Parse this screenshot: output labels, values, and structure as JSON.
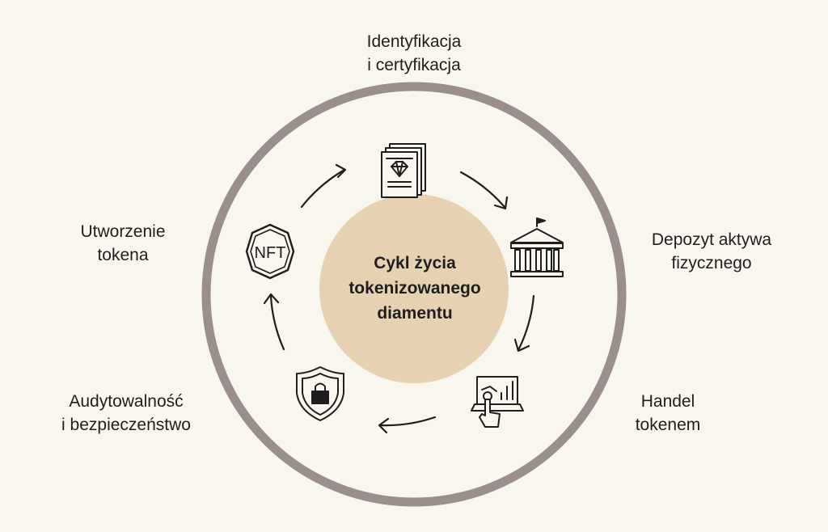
{
  "title": [
    "Cykl życia",
    "tokenizowanego",
    "diamentu"
  ],
  "stages": [
    {
      "id": "identification",
      "icon": "certificate-diamond-icon",
      "label": [
        "Identyfikacja",
        "i certyfikacja"
      ]
    },
    {
      "id": "deposit",
      "icon": "bank-building-icon",
      "label": [
        "Depozyt aktywa",
        "fizycznego"
      ]
    },
    {
      "id": "trading",
      "icon": "trading-laptop-icon",
      "label": [
        "Handel",
        "tokenem"
      ]
    },
    {
      "id": "audit",
      "icon": "shield-lock-icon",
      "label": [
        "Audytowalność",
        "i bezpieczeństwo"
      ]
    },
    {
      "id": "tokenization",
      "icon": "nft-hexagon-icon",
      "label": [
        "Utworzenie",
        "tokena"
      ]
    }
  ],
  "nft_badge": "NFT",
  "colors": {
    "background": "#f9f6ee",
    "outer_ring": "#9a8f8d",
    "center_fill": "#e6d2b2",
    "ink": "#1e1e1e"
  }
}
